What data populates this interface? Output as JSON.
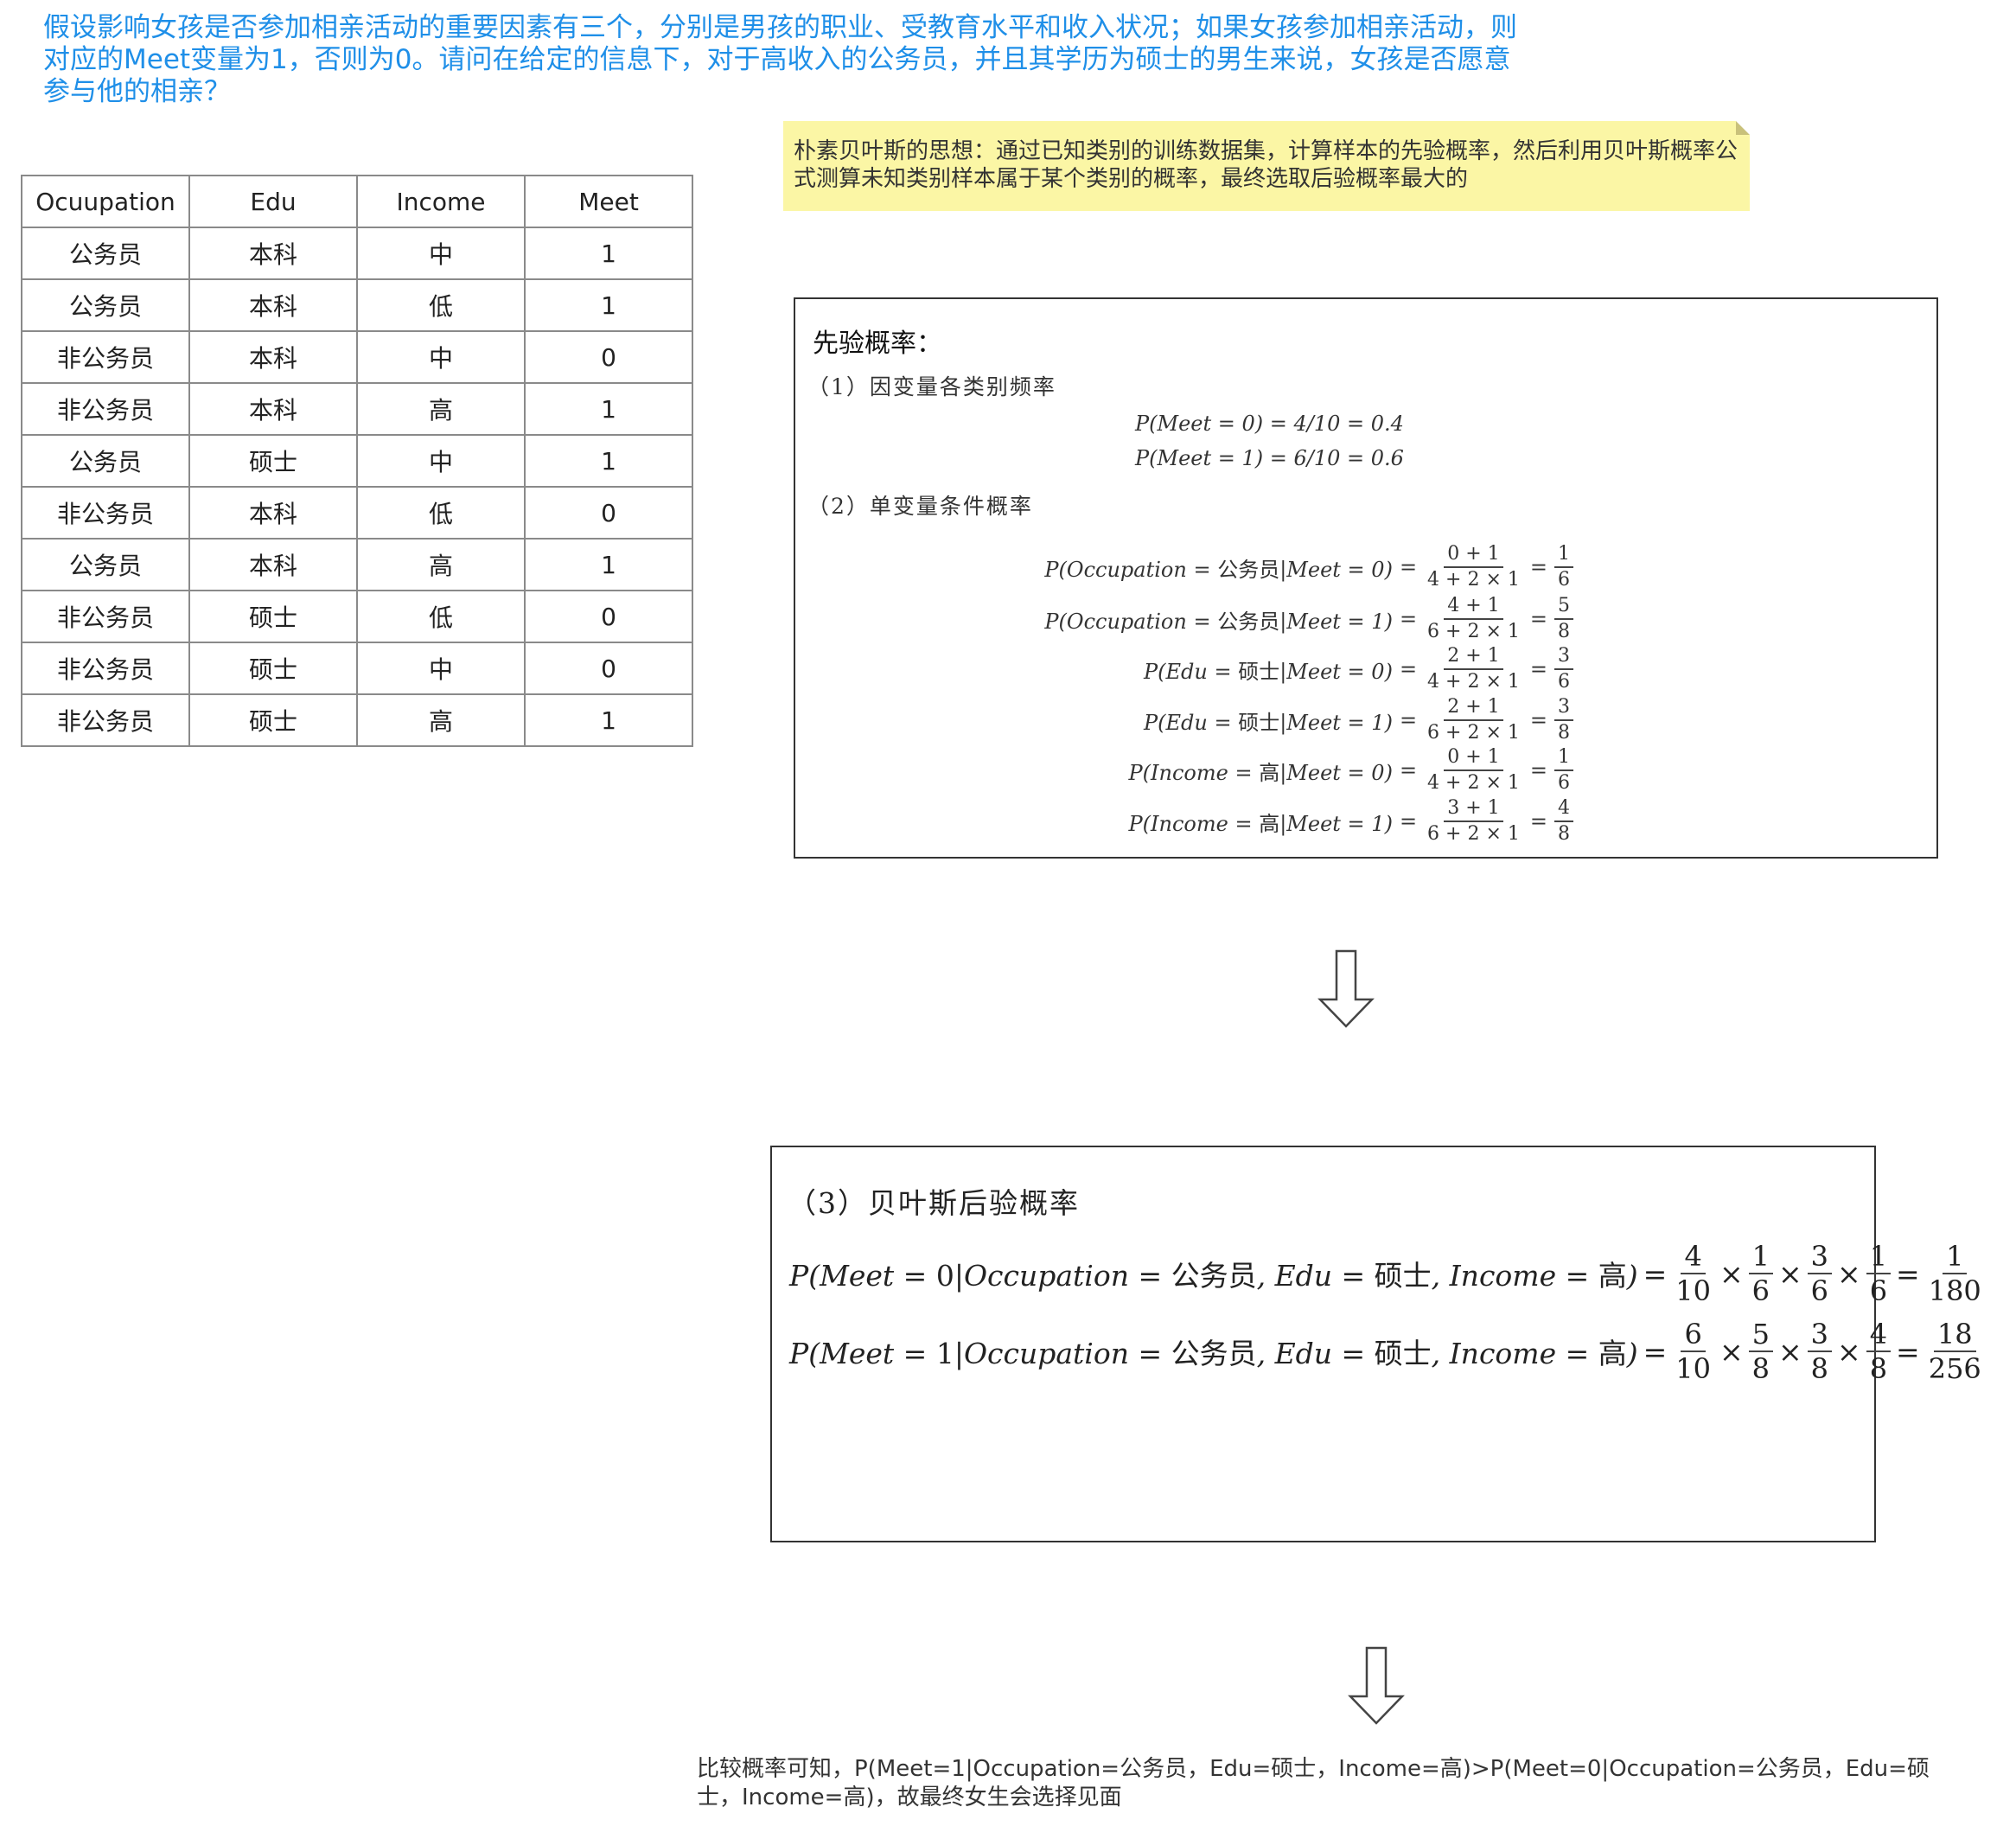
{
  "question": "假设影响女孩是否参加相亲活动的重要因素有三个，分别是男孩的职业、受教育水平和收入状况；如果女孩参加相亲活动，则对应的Meet变量为1，否则为0。请问在给定的信息下，对于高收入的公务员，并且其学历为硕士的男生来说，女孩是否愿意参与他的相亲？",
  "table": {
    "headers": [
      "Ocuupation",
      "Edu",
      "Income",
      "Meet"
    ],
    "rows": [
      [
        "公务员",
        "本科",
        "中",
        "1"
      ],
      [
        "公务员",
        "本科",
        "低",
        "1"
      ],
      [
        "非公务员",
        "本科",
        "中",
        "0"
      ],
      [
        "非公务员",
        "本科",
        "高",
        "1"
      ],
      [
        "公务员",
        "硕士",
        "中",
        "1"
      ],
      [
        "非公务员",
        "本科",
        "低",
        "0"
      ],
      [
        "公务员",
        "本科",
        "高",
        "1"
      ],
      [
        "非公务员",
        "硕士",
        "低",
        "0"
      ],
      [
        "非公务员",
        "硕士",
        "中",
        "0"
      ],
      [
        "非公务员",
        "硕士",
        "高",
        "1"
      ]
    ]
  },
  "note": "朴素贝叶斯的思想：通过已知类别的训练数据集，计算样本的先验概率，然后利用贝叶斯概率公式测算未知类别样本属于某个类别的概率，最终选取后验概率最大的",
  "prior": {
    "title": "先验概率：",
    "section1": "（1）因变量各类别频率",
    "p_meet0": "P(Meet = 0) = 4/10 = 0.4",
    "p_meet1": "P(Meet = 1) = 6/10 = 0.6",
    "section2": "（2）单变量条件概率",
    "conditionals": [
      {
        "var": "Occupation",
        "val": "公务员",
        "meet": "0",
        "num": "0 + 1",
        "den": "4 + 2 × 1",
        "rn": "1",
        "rd": "6"
      },
      {
        "var": "Occupation",
        "val": "公务员",
        "meet": "1",
        "num": "4 + 1",
        "den": "6 + 2 × 1",
        "rn": "5",
        "rd": "8"
      },
      {
        "var": "Edu",
        "val": "硕士",
        "meet": "0",
        "num": "2 + 1",
        "den": "4 + 2 × 1",
        "rn": "3",
        "rd": "6"
      },
      {
        "var": "Edu",
        "val": "硕士",
        "meet": "1",
        "num": "2 + 1",
        "den": "6 + 2 × 1",
        "rn": "3",
        "rd": "8"
      },
      {
        "var": "Income",
        "val": "高",
        "meet": "0",
        "num": "0 + 1",
        "den": "4 + 2 × 1",
        "rn": "1",
        "rd": "6"
      },
      {
        "var": "Income",
        "val": "高",
        "meet": "1",
        "num": "3 + 1",
        "den": "6 + 2 × 1",
        "rn": "4",
        "rd": "8"
      }
    ]
  },
  "posterior": {
    "section3": "（3）贝叶斯后验概率",
    "rows": [
      {
        "meet": "0",
        "occ": "公务员",
        "edu": "硕士",
        "inc": "高",
        "factors": [
          [
            "4",
            "10"
          ],
          [
            "1",
            "6"
          ],
          [
            "3",
            "6"
          ],
          [
            "1",
            "6"
          ]
        ],
        "result": [
          "1",
          "180"
        ]
      },
      {
        "meet": "1",
        "occ": "公务员",
        "edu": "硕士",
        "inc": "高",
        "factors": [
          [
            "6",
            "10"
          ],
          [
            "5",
            "8"
          ],
          [
            "3",
            "8"
          ],
          [
            "4",
            "8"
          ]
        ],
        "result": [
          "18",
          "256"
        ]
      }
    ]
  },
  "conclusion": "比较概率可知，P(Meet=1|Occupation=公务员，Edu=硕士，Income=高)>P(Meet=0|Occupation=公务员，Edu=硕士，Income=高)，故最终女生会选择见面"
}
